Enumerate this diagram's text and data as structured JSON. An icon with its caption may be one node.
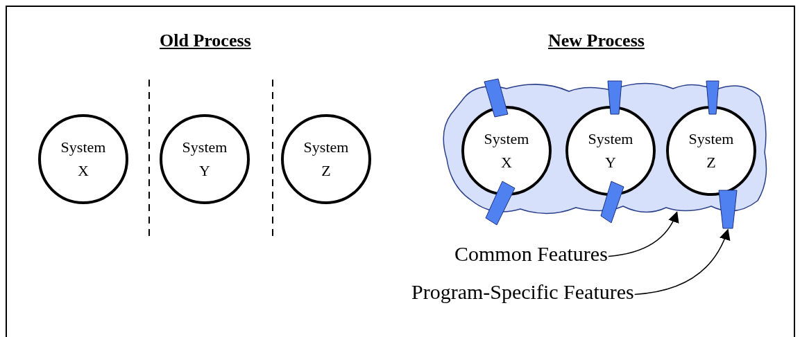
{
  "diagram": {
    "nodes": [
      {
        "text": [
          "System X"
        ]
      },
      {
        "text": [
          "System Y"
        ]
      },
      {
        "text": [
          "System Z"
        ]
      },
      {
        "text": [],
        "shape": "cloud"
      },
      {
        "text": [
          "System X"
        ],
        "in": 3
      },
      {
        "text": [
          "System Y"
        ],
        "in": 3
      },
      {
        "text": [
          "System Z"
        ],
        "in": 3
      },
      {
        "text": [
          "Common Features"
        ]
      },
      {
        "text": [
          "Program-Specific Features"
        ]
      },
      {
        "text": [],
        "shape": "trapezoid"
      }
    ],
    "edges": [
      {
        "from": 7,
        "to": 3,
        "arrow": "to"
      },
      {
        "from": 8,
        "to": 9,
        "arrow": "to"
      }
    ],
    "labels": [
      "Old Process",
      "New Process"
    ]
  }
}
